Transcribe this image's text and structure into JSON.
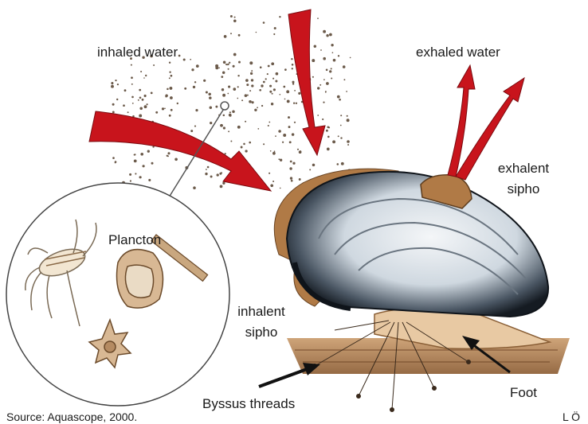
{
  "labels": {
    "inhaled_water": "inhaled water",
    "exhaled_water": "exhaled water",
    "exhalent_sipho_line1": "exhalent",
    "exhalent_sipho_line2": "sipho",
    "plancton": "Plancton",
    "inhalent_sipho_line1": "inhalent",
    "inhalent_sipho_line2": "sipho",
    "byssus_threads": "Byssus threads",
    "foot": "Foot",
    "source": "Source: Aquascope, 2000.",
    "initials": "L Ö"
  },
  "colors": {
    "arrow_red": "#c8141c",
    "shell_dark": "#1e2630",
    "shell_light": "#dfe6ec",
    "sediment": "#b8865a",
    "siphon_fringe": "#9a6a3a"
  },
  "icons": {
    "plankton_organisms": [
      "copepod-icon",
      "diatom-icon",
      "dinoflagellate-icon",
      "radiolarian-icon"
    ]
  }
}
